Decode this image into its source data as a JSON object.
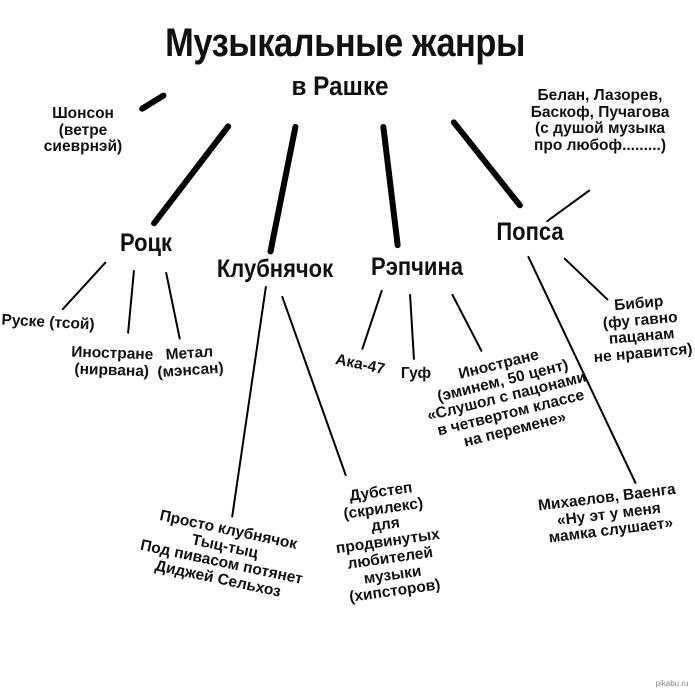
{
  "title": "Музыкальные жанры",
  "subtitle": "в Рашке",
  "branches": {
    "shanson": "Шонсон\n(ветре\nсиеврнэй)",
    "rock": "Роцк",
    "club": "Клубнячок",
    "rap": "Рэпчина",
    "pop": "Попса"
  },
  "rock_items": {
    "russian": "Руске (тсой)",
    "foreign": "Иностране\n(нирвана)",
    "metal": "Метал\n(мэнсан)"
  },
  "club_items": {
    "simple": "Просто клубнячок\nТыц-тыц\nПод пивасом потянет\nДиджей Сельхоз",
    "dubstep": "Дубстеп\n(скрилекс)\nдля\nпродвинутых\nлюбителей\nмузыки\n(хипсторов)"
  },
  "rap_items": {
    "aka": "Ака-47",
    "guf": "Гуф",
    "foreign": "Иностране\n(эминем, 50 цент)\n«Слушол с пацонами\nв четвертом классе\nна перемене»"
  },
  "pop_items": {
    "belan": "Белан, Лазорев,\nБаскоф, Пучагова\n(с душой музыка\nпро любоф.........)",
    "bieber": "Бибир\n(фу гавно\nпацанам\nне нравится)",
    "mikhaelov": "Михаелов, Ваенга\n«Ну эт у меня\nмамка слушает»"
  },
  "watermark": "pikabu.ru"
}
